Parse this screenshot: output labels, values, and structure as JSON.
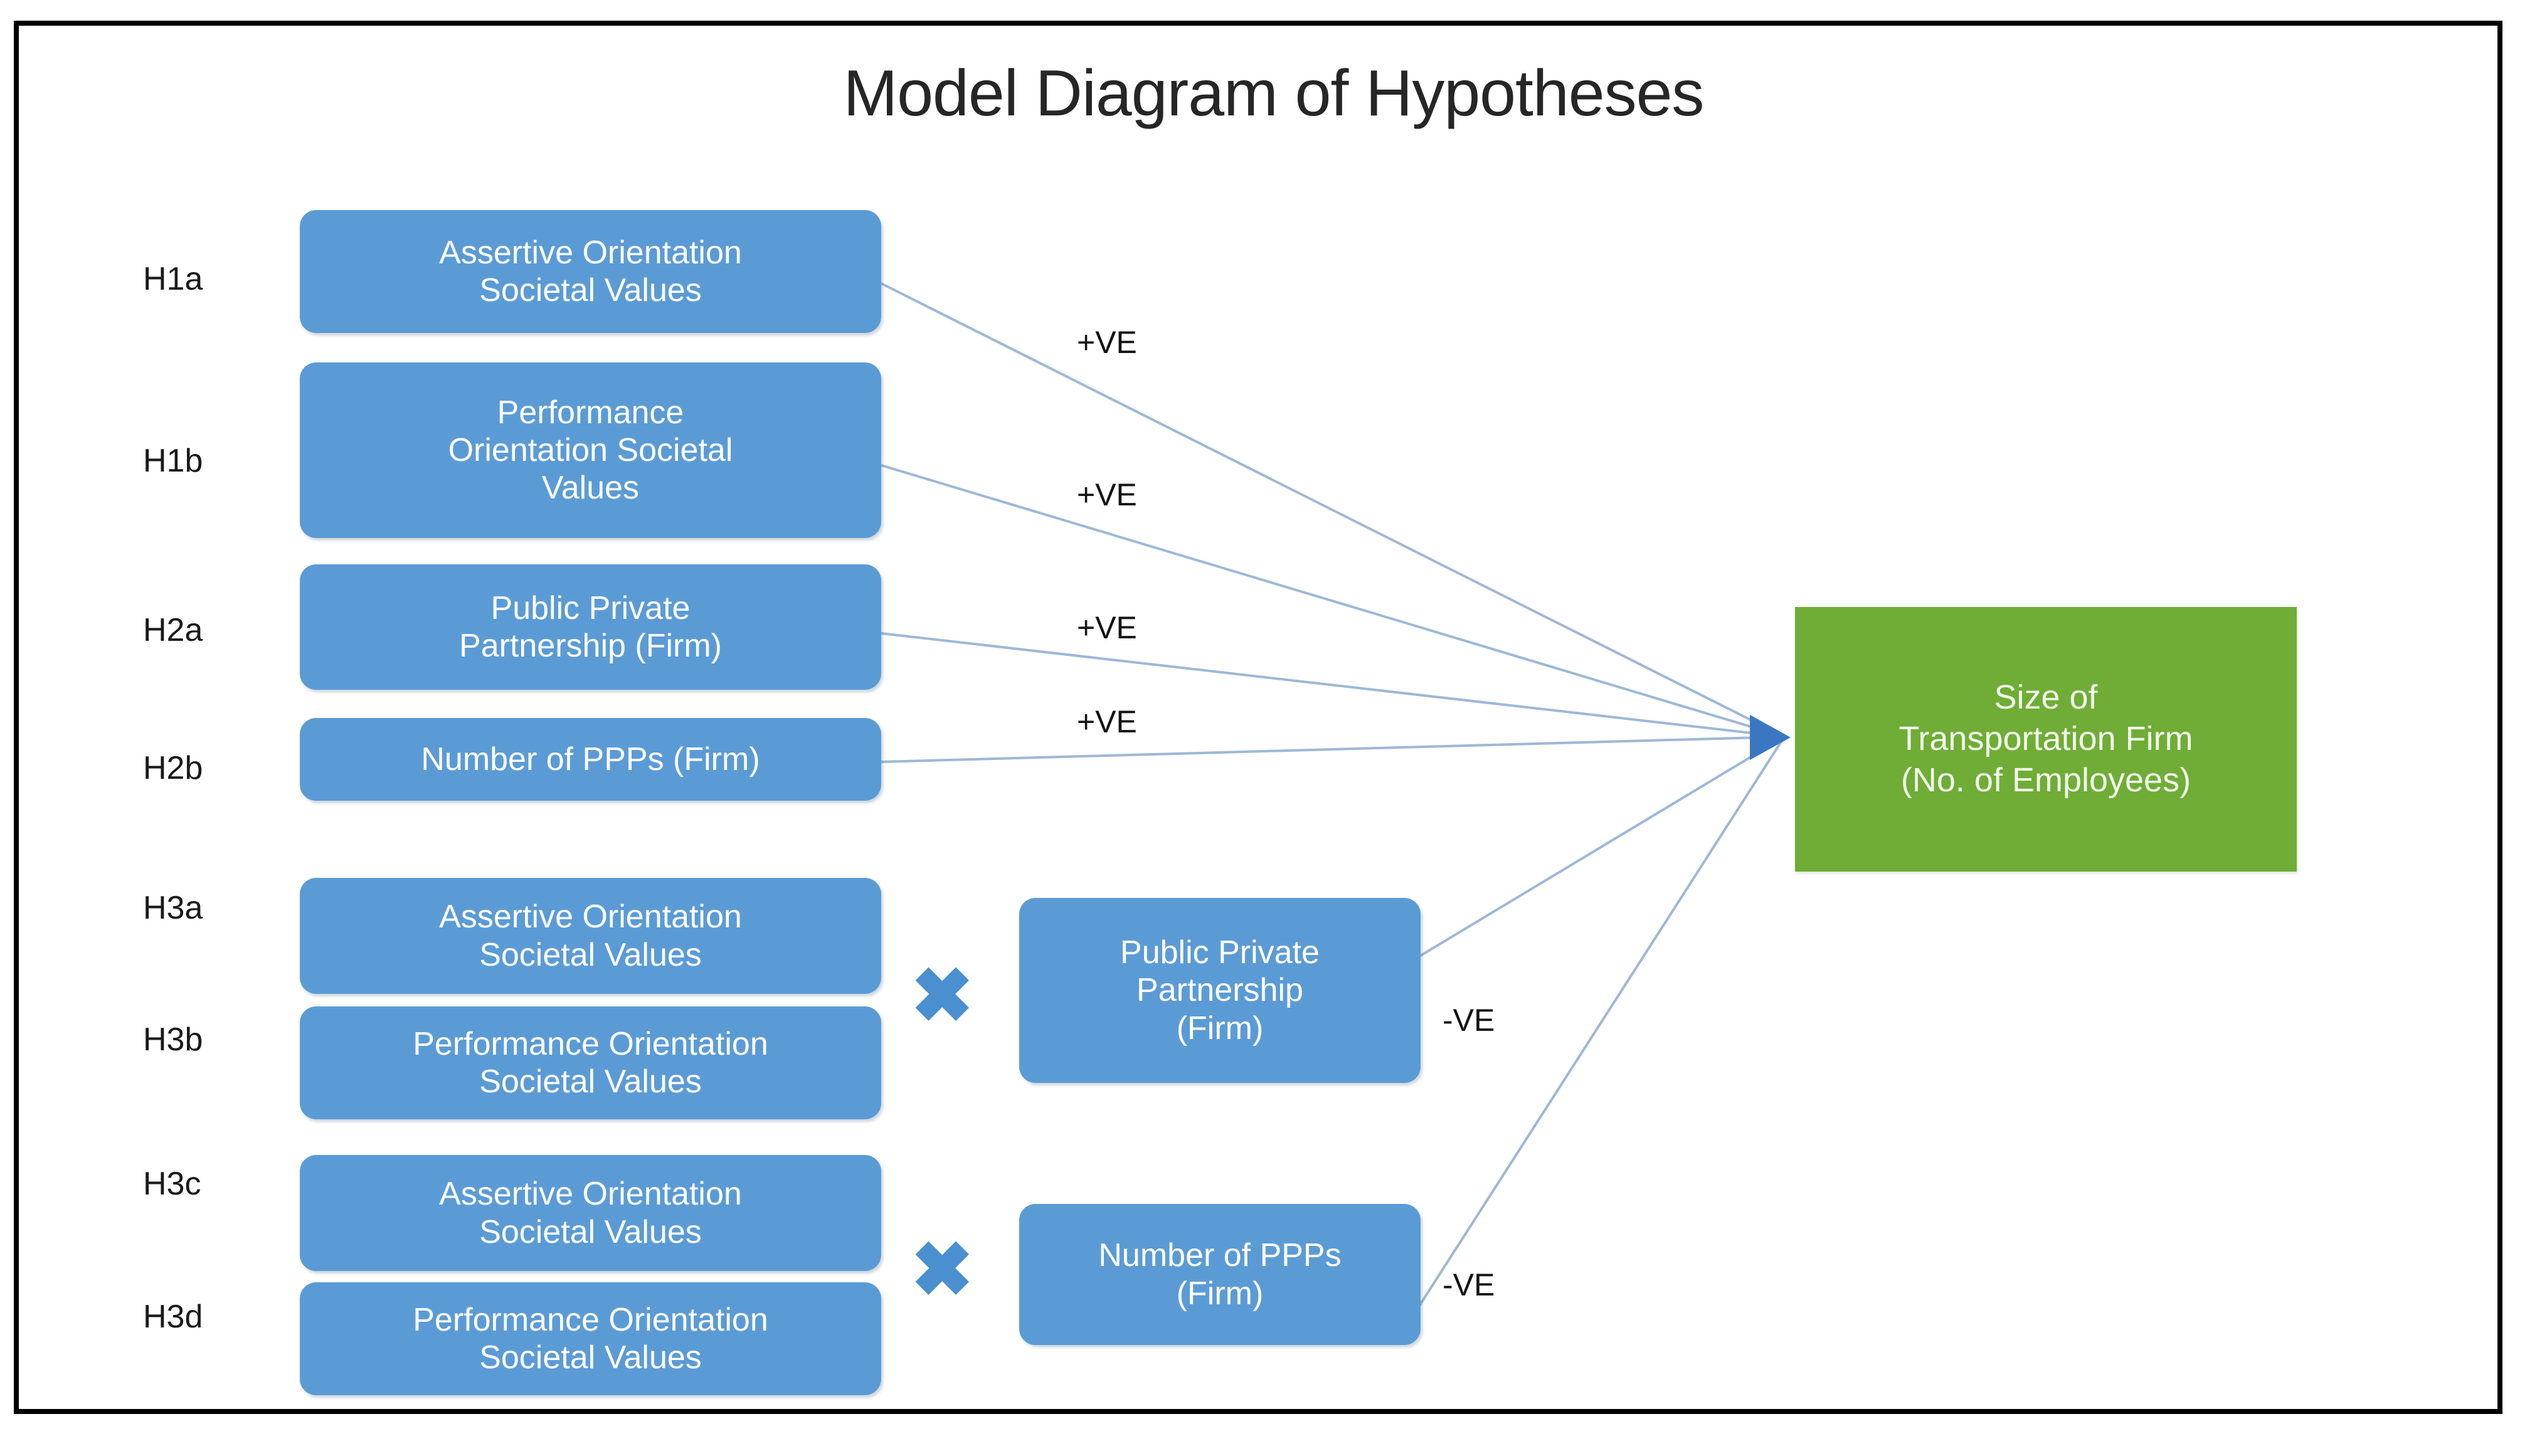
{
  "diagram": {
    "title": "Model Diagram of Hypotheses",
    "frame_color": "#000000",
    "box_color": "#5B9BD5",
    "outcome_color": "#6FAD36",
    "edge_color": "#9DB8D6",
    "arrow_color": "#3B77C0",
    "operator_symbol": "✖"
  },
  "hypothesis_tags": {
    "h1a": "H1a",
    "h1b": "H1b",
    "h2a": "H2a",
    "h2b": "H2b",
    "h3a": "H3a",
    "h3b": "H3b",
    "h3c": "H3c",
    "h3d": "H3d"
  },
  "predictors": {
    "h1a_box": "Assertive Orientation\nSocietal Values",
    "h1b_box": "Performance\nOrientation Societal\nValues",
    "h2a_box": "Public Private\nPartnership (Firm)",
    "h2b_box": "Number of PPPs (Firm)",
    "h3a_box": "Assertive Orientation\nSocietal Values",
    "h3b_box": "Performance Orientation\nSocietal Values",
    "h3c_box": "Assertive Orientation\nSocietal Values",
    "h3d_box": "Performance Orientation\nSocietal Values"
  },
  "moderators": {
    "ppp_box": "Public Private\nPartnership\n(Firm)",
    "num_ppp_box": "Number of PPPs\n(Firm)"
  },
  "outcome": {
    "label": "Size of\nTransportation Firm\n(No. of Employees)"
  },
  "edge_labels": {
    "h1a_sign": "+VE",
    "h1b_sign": "+VE",
    "h2a_sign": "+VE",
    "h2b_sign": "+VE",
    "interaction1_sign": "-VE",
    "interaction2_sign": "-VE"
  }
}
